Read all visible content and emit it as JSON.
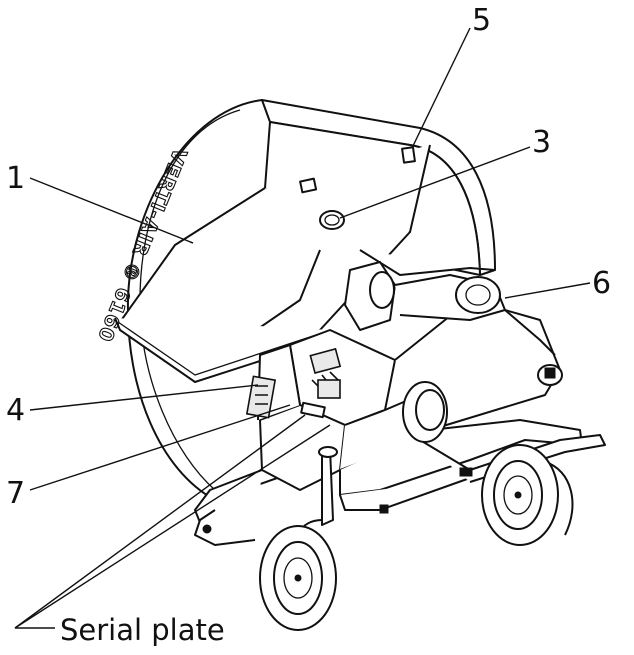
{
  "figure": {
    "decal_text": "VERTI-AIR ® 6160",
    "callouts": [
      {
        "id": "1",
        "label": "1"
      },
      {
        "id": "3",
        "label": "3"
      },
      {
        "id": "4",
        "label": "4"
      },
      {
        "id": "5",
        "label": "5"
      },
      {
        "id": "6",
        "label": "6"
      },
      {
        "id": "7",
        "label": "7"
      }
    ],
    "serial_plate_label": "Serial plate"
  }
}
